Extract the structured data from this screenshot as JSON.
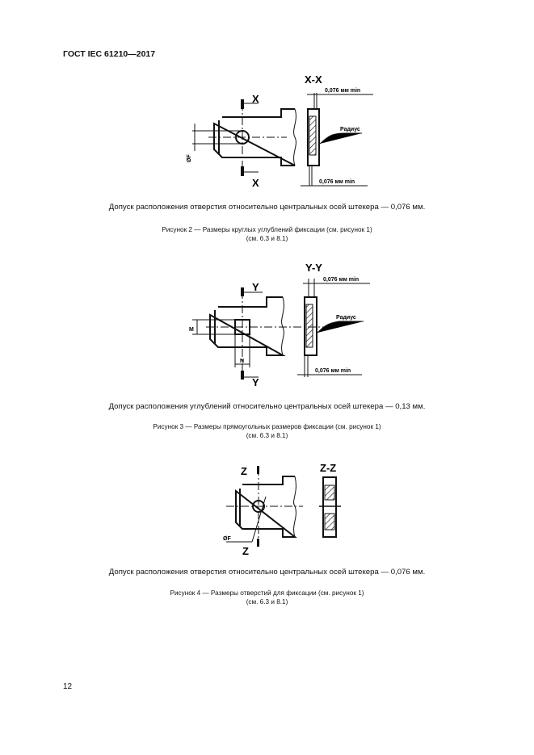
{
  "header": {
    "title": "ГОСТ IEC 61210—2017"
  },
  "figure2": {
    "section_label": "X-X",
    "cut_label_top": "X",
    "cut_label_bottom": "X",
    "dim_top": "0,076 мм min",
    "dim_bottom": "0,076 мм min",
    "radius_label": "Радиус",
    "diameter_label": "ØF",
    "note": "Допуск расположения отверстия относительно центральных осей штекера — 0,076 мм.",
    "caption_line1": "Рисунок 2 — Размеры круглых углублений фиксации (см. рисунок 1)",
    "caption_line2": "(см. 6.3 и 8.1)"
  },
  "figure3": {
    "section_label": "Y-Y",
    "cut_label_top": "Y",
    "cut_label_bottom": "Y",
    "dim_top": "0,076 мм min",
    "dim_bottom": "0,076 мм min",
    "radius_label": "Радиус",
    "dim_m": "M",
    "dim_n": "N",
    "note": "Допуск расположения углублений относительно центральных осей штекера — 0,13 мм.",
    "caption_line1": "Рисунок 3 — Размеры прямоугольных размеров фиксации (см. рисунок 1)",
    "caption_line2": "(см. 6.3 и 8.1)"
  },
  "figure4": {
    "section_label": "Z-Z",
    "cut_label_top": "Z",
    "cut_label_bottom": "Z",
    "diameter_label": "ØF",
    "note": "Допуск расположения отверстия относительно центральных осей штекера — 0,076 мм.",
    "caption_line1": "Рисунок 4 — Размеры отверстий для фиксации (см. рисунок 1)",
    "caption_line2": "(см. 6.3 и 8.1)"
  },
  "footer": {
    "page_number": "12"
  }
}
